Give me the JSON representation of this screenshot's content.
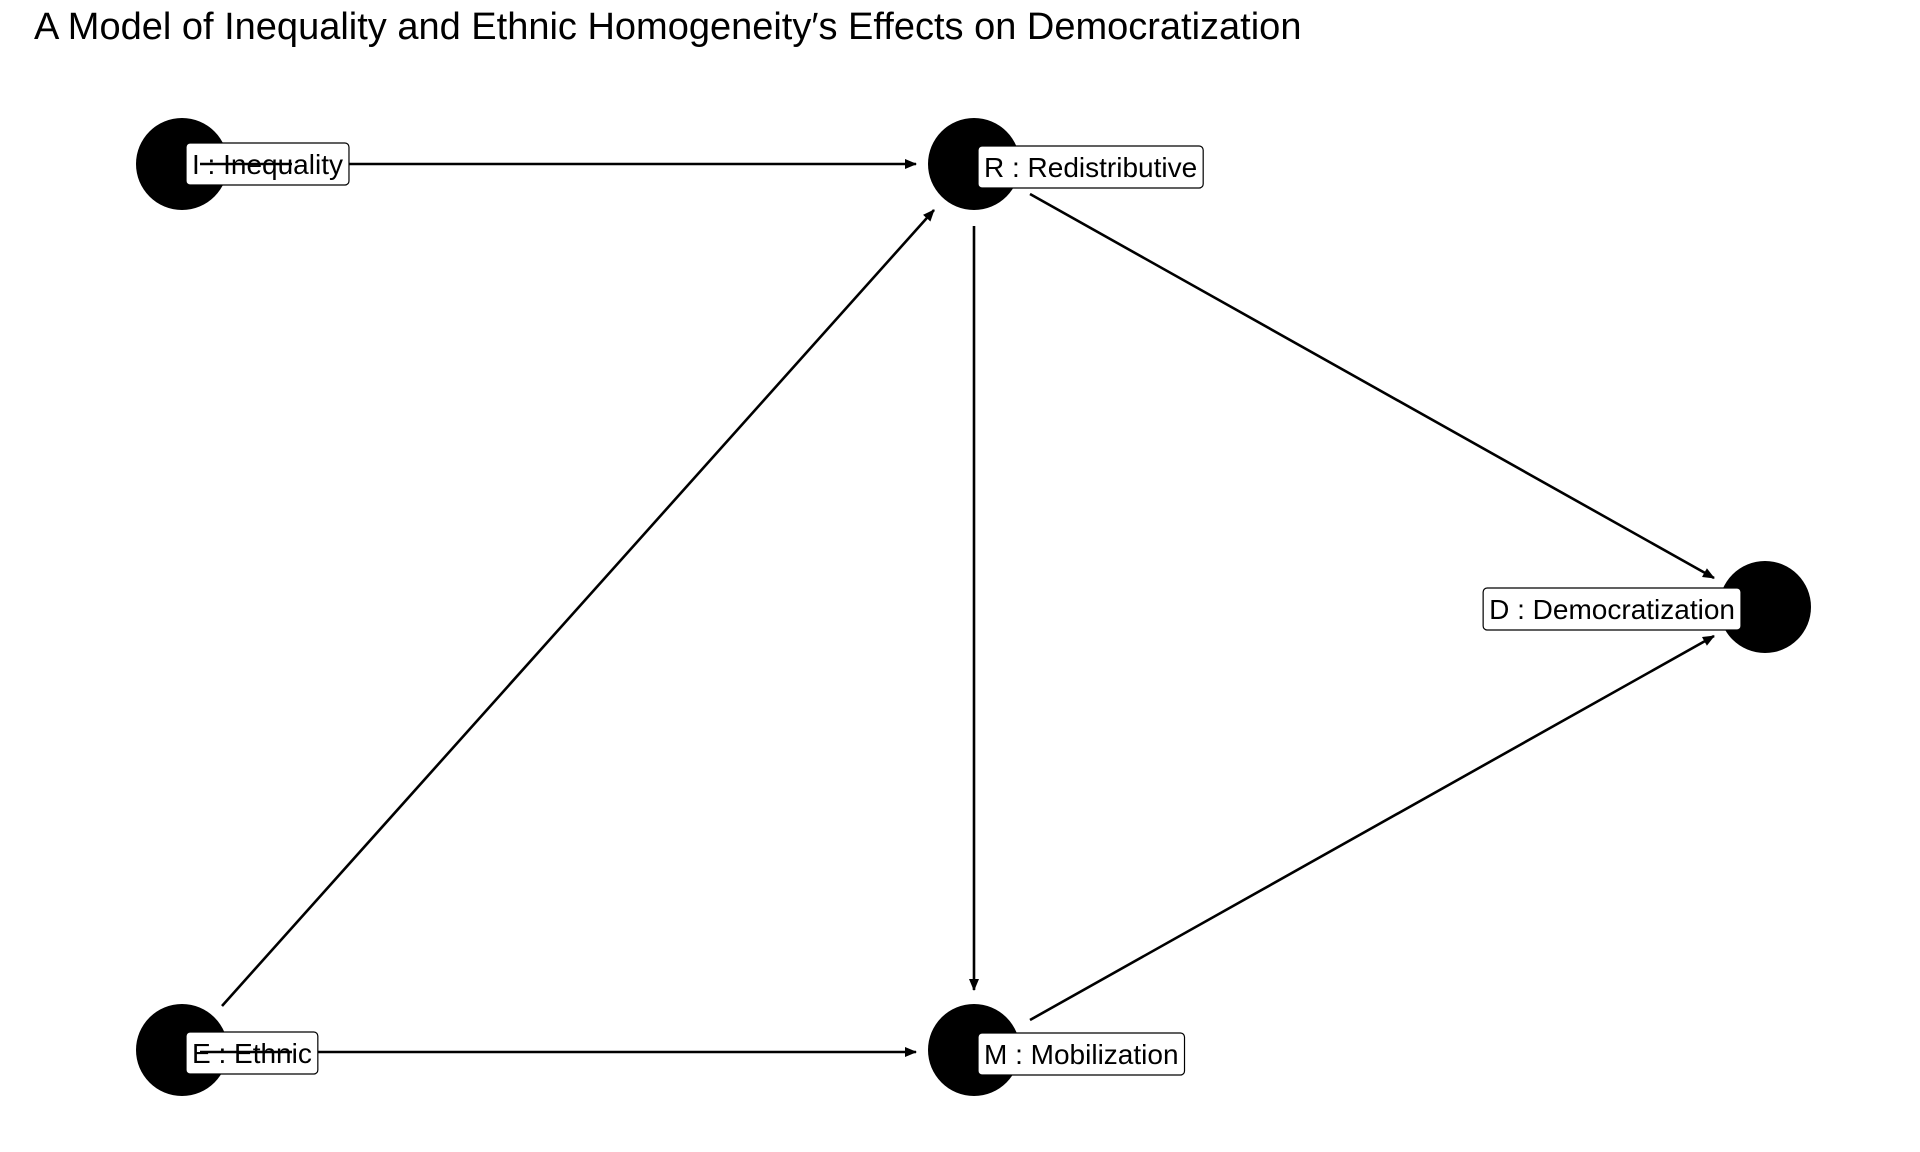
{
  "title": "A Model of Inequality and Ethnic Homogeneity′s Effects on Democratization",
  "nodes": [
    {
      "id": "I",
      "label": "I : Inequality"
    },
    {
      "id": "R",
      "label": "R : Redistributive"
    },
    {
      "id": "D",
      "label": "D : Democratization"
    },
    {
      "id": "E",
      "label": "E : Ethnic"
    },
    {
      "id": "M",
      "label": "M : Mobilization"
    }
  ],
  "edges": [
    {
      "from": "I",
      "to": "R"
    },
    {
      "from": "E",
      "to": "R"
    },
    {
      "from": "R",
      "to": "M"
    },
    {
      "from": "R",
      "to": "D"
    },
    {
      "from": "E",
      "to": "M"
    },
    {
      "from": "M",
      "to": "D"
    }
  ],
  "colors": {
    "node": "#000000",
    "edge": "#000000",
    "label_bg": "#ffffff",
    "text": "#000000"
  }
}
